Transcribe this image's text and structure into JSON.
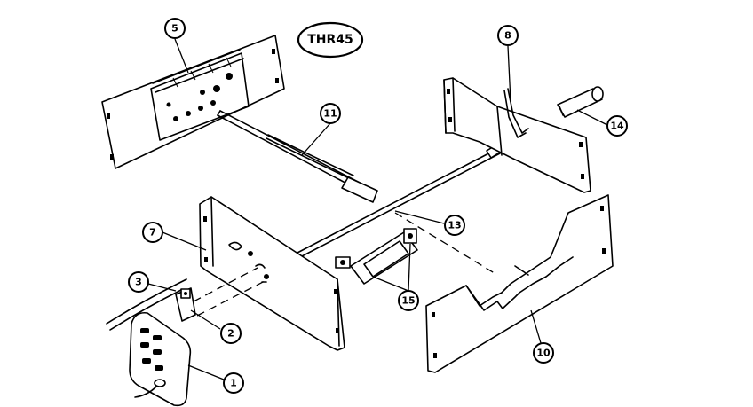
{
  "diagram": {
    "model_code": "THR45",
    "callouts": {
      "c1": "1",
      "c2": "2",
      "c3": "3",
      "c5": "5",
      "c7": "7",
      "c8": "8",
      "c10": "10",
      "c11": "11",
      "c13": "13",
      "c14": "14",
      "c15": "15"
    }
  }
}
